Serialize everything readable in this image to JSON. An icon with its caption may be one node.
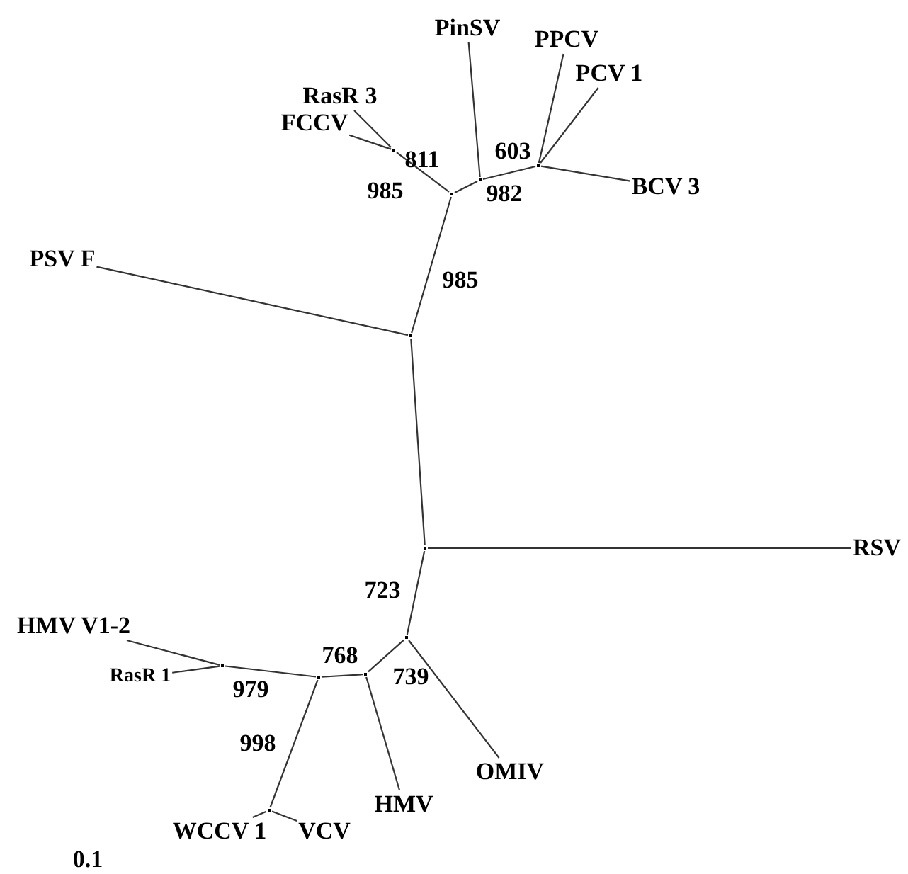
{
  "diagram": {
    "nodes": [
      {
        "text": [
          "PinSV"
        ]
      },
      {
        "text": [
          "PPCV"
        ]
      },
      {
        "text": [
          "RasR 3"
        ]
      },
      {
        "text": [
          "PCV 1"
        ]
      },
      {
        "text": [
          "FCCV"
        ]
      },
      {
        "text": [],
        "shape": "point"
      },
      {
        "text": [],
        "shape": "point"
      },
      {
        "text": [],
        "shape": "point"
      },
      {
        "text": [
          "BCV 3"
        ]
      },
      {
        "text": [],
        "shape": "point"
      },
      {
        "text": [
          "PSV F"
        ]
      },
      {
        "text": [],
        "shape": "point"
      },
      {
        "text": [],
        "shape": "point"
      },
      {
        "text": [
          "RSV"
        ]
      },
      {
        "text": [
          "HMV V1-2"
        ]
      },
      {
        "text": [],
        "shape": "point"
      },
      {
        "text": [],
        "shape": "point"
      },
      {
        "text": [],
        "shape": "point"
      },
      {
        "text": [],
        "shape": "point"
      },
      {
        "text": [
          "RasR 1"
        ]
      },
      {
        "text": [
          "OMIV"
        ]
      },
      {
        "text": [
          "HMV"
        ]
      },
      {
        "text": [],
        "shape": "point"
      },
      {
        "text": [
          "WCCV 1"
        ]
      },
      {
        "text": [
          "VCV"
        ]
      }
    ],
    "edges": [
      {
        "from": 5,
        "to": 4,
        "arrow": "none"
      },
      {
        "from": 5,
        "to": 2,
        "arrow": "none"
      },
      {
        "from": 9,
        "to": 5,
        "arrow": "none"
      },
      {
        "from": 9,
        "to": 7,
        "arrow": "none"
      },
      {
        "from": 7,
        "to": 0,
        "arrow": "none"
      },
      {
        "from": 7,
        "to": 6,
        "arrow": "none"
      },
      {
        "from": 6,
        "to": 1,
        "arrow": "none"
      },
      {
        "from": 6,
        "to": 3,
        "arrow": "none"
      },
      {
        "from": 6,
        "to": 8,
        "arrow": "none"
      },
      {
        "from": 9,
        "to": 11,
        "arrow": "none"
      },
      {
        "from": 11,
        "to": 10,
        "arrow": "none"
      },
      {
        "from": 11,
        "to": 12,
        "arrow": "none"
      },
      {
        "from": 12,
        "to": 13,
        "arrow": "none"
      },
      {
        "from": 12,
        "to": 15,
        "arrow": "none"
      },
      {
        "from": 15,
        "to": 20,
        "arrow": "none"
      },
      {
        "from": 15,
        "to": 18,
        "arrow": "none"
      },
      {
        "from": 18,
        "to": 21,
        "arrow": "none"
      },
      {
        "from": 18,
        "to": 17,
        "arrow": "none"
      },
      {
        "from": 17,
        "to": 22,
        "arrow": "none"
      },
      {
        "from": 22,
        "to": 23,
        "arrow": "none"
      },
      {
        "from": 22,
        "to": 24,
        "arrow": "none"
      },
      {
        "from": 17,
        "to": 16,
        "arrow": "none"
      },
      {
        "from": 16,
        "to": 14,
        "arrow": "none"
      },
      {
        "from": 16,
        "to": 19,
        "arrow": "none"
      }
    ],
    "labels": [
      "811",
      "603",
      "985",
      "982",
      "985",
      "723",
      "768",
      "739",
      "979",
      "998",
      "0.1"
    ]
  }
}
